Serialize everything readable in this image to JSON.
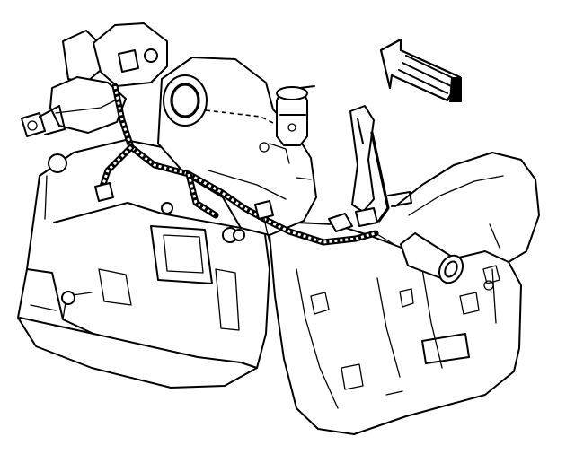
{
  "diagram": {
    "colors": {
      "line": "#000000",
      "background": "#ffffff"
    },
    "direction_arrow": {
      "points_toward": "front-left"
    },
    "components": [
      {
        "name": "transmission-case",
        "icon": "housing-outline"
      },
      {
        "name": "engine-block",
        "icon": "engine-outline"
      },
      {
        "name": "wiring-harness",
        "icon": "harness-line"
      },
      {
        "name": "mounting-bracket",
        "icon": "bracket-outline"
      },
      {
        "name": "coolant-outlet",
        "icon": "pipe-outline"
      },
      {
        "name": "sensor",
        "icon": "sensor-outline"
      },
      {
        "name": "electrical-connector",
        "icon": "connector-outline"
      }
    ]
  }
}
